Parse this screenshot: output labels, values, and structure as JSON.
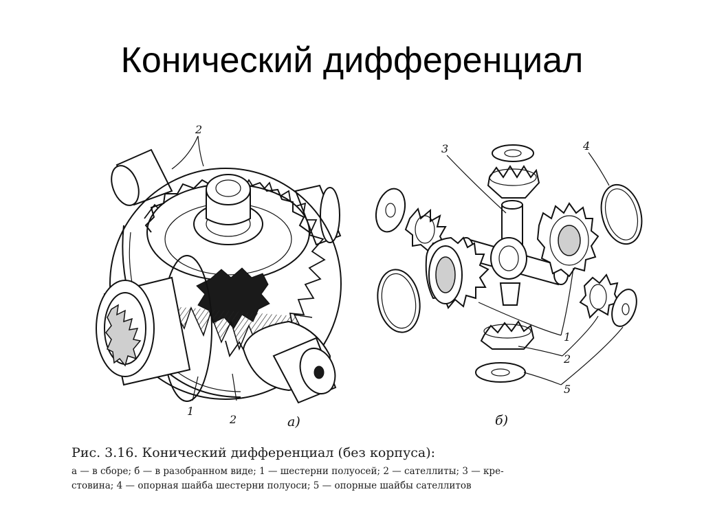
{
  "title": "Конический дифференциал",
  "figure": {
    "sub_a": "а)",
    "sub_b": "б)",
    "callouts_a": {
      "top": "2",
      "bottom_1": "1",
      "bottom_2": "2"
    },
    "callouts_b": {
      "c3": "3",
      "c4": "4",
      "c1": "1",
      "c2": "2",
      "c5": "5"
    }
  },
  "caption": {
    "title": "Рис. 3.16. Конический дифференциал (без корпуса):",
    "line1": "а — в сборе; б — в разобранном виде; 1 — шестерни полуосей; 2 — сателлиты; 3 — кре-",
    "line2": "стовина; 4 — опорная шайба шестерни полуоси; 5 — опорные шайбы сателлитов"
  }
}
